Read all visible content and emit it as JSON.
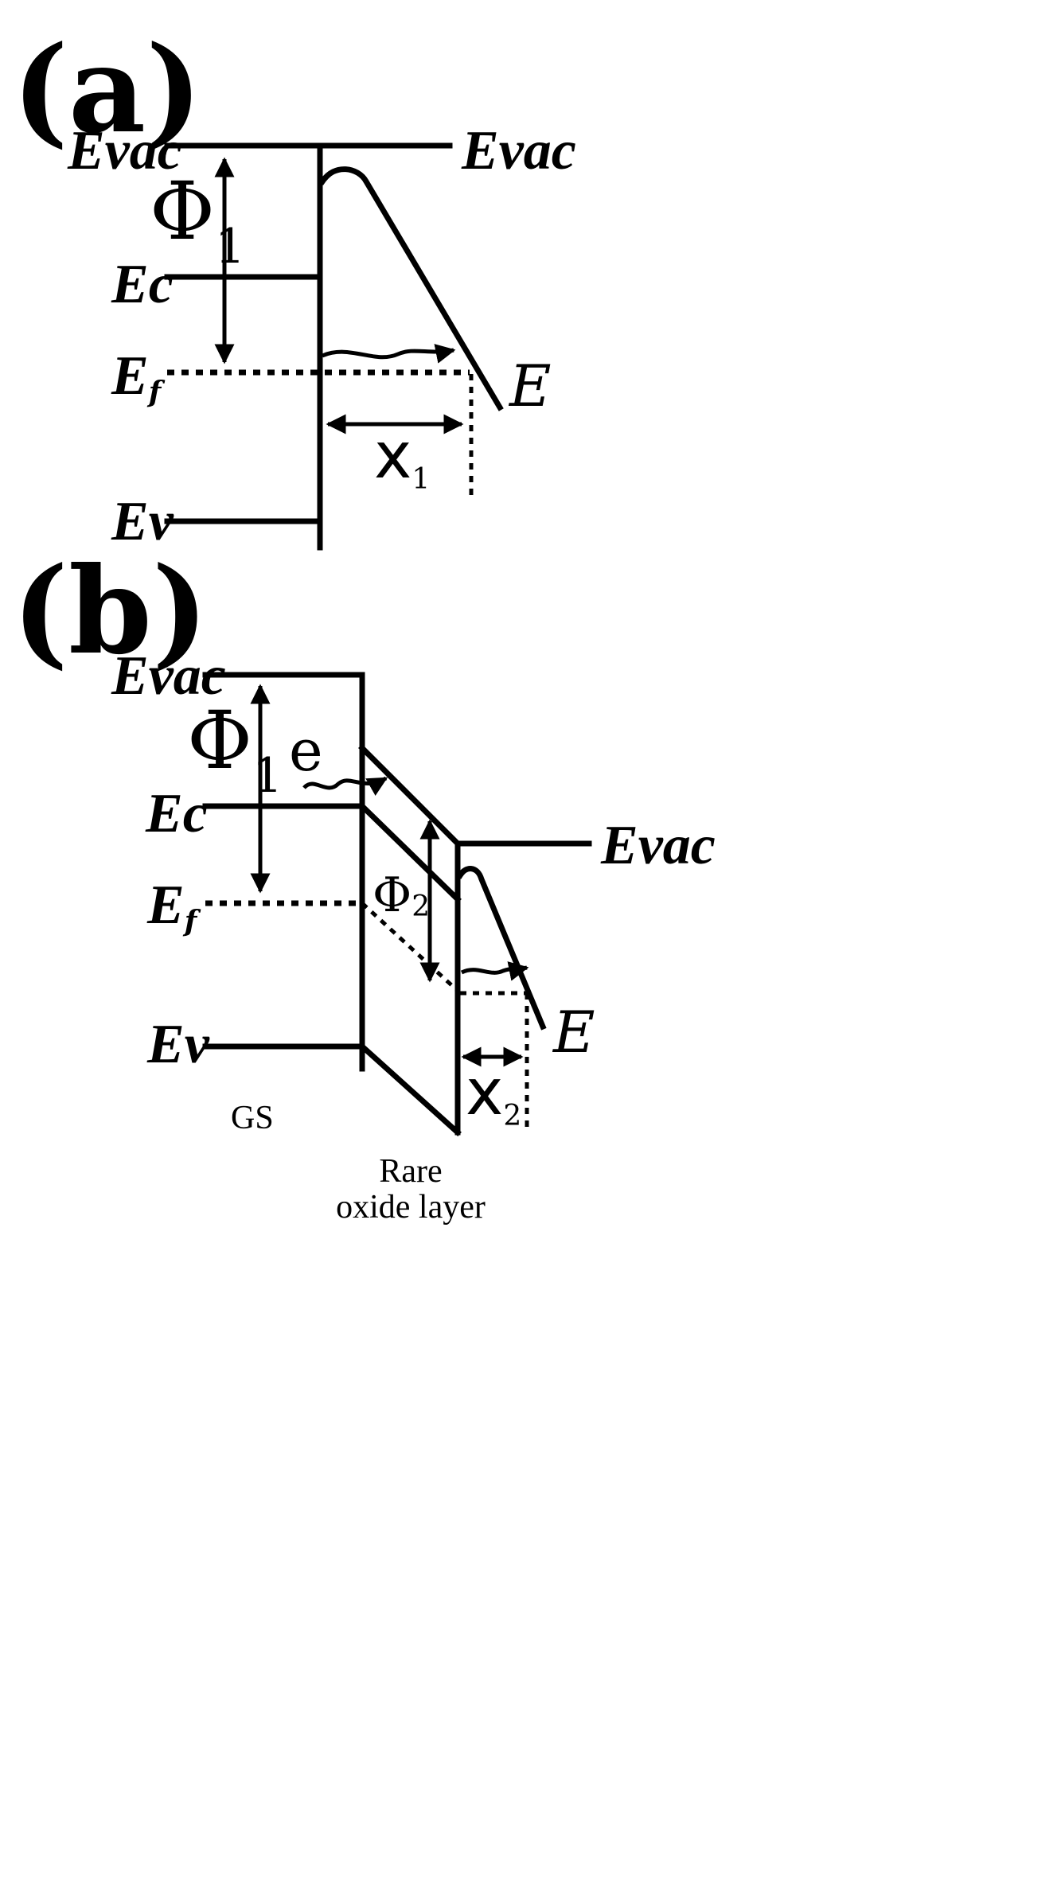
{
  "panel_a": {
    "label": "(a)",
    "evac_left": "Evac",
    "evac_right": "Evac",
    "ec": "Ec",
    "ef_main": "E",
    "ef_sub": "f",
    "ev": "Ev",
    "phi": "Φ",
    "phi_sub": "1",
    "field": "E",
    "x": "x",
    "x_sub": "1"
  },
  "panel_b": {
    "label": "(b)",
    "evac_left": "Evac",
    "evac_right": "Evac",
    "ec": "Ec",
    "ef_main": "E",
    "ef_sub": "f",
    "ev": "Ev",
    "phi1": "Φ",
    "phi1_sub": "1",
    "phi2": "Φ",
    "phi2_sub": "2",
    "electron": "e",
    "field": "E",
    "x": "x",
    "x_sub": "2",
    "gs": "GS",
    "oxide_line1": "Rare",
    "oxide_line2": "oxide layer"
  }
}
